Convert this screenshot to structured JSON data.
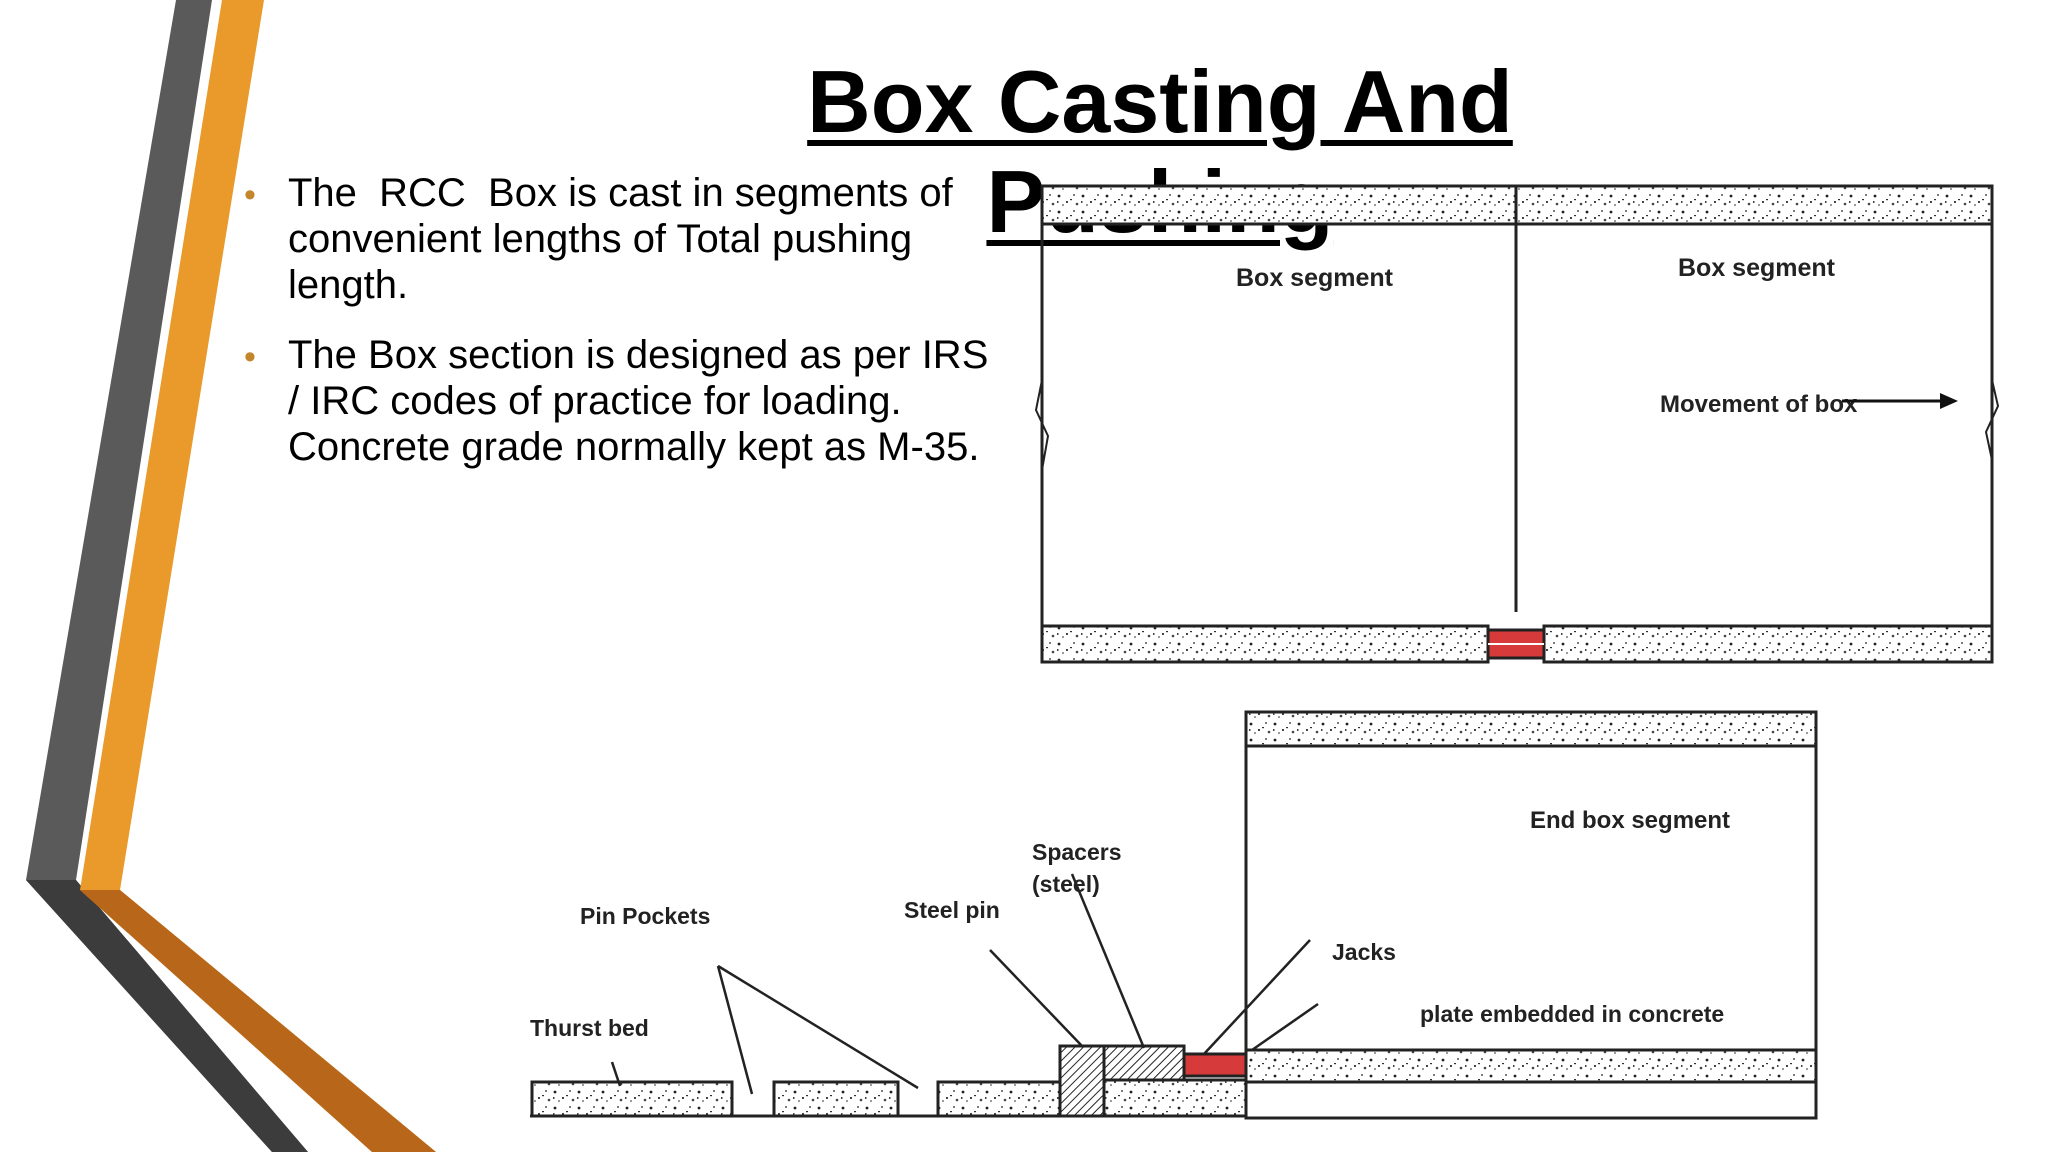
{
  "slide": {
    "title": "Box Casting And Pushing",
    "bullets": [
      "The  RCC  Box is cast in segments of convenient lengths of Total pushing length.",
      "The Box section is designed as per IRS / IRC codes of practice for loading. Concrete grade normally kept as M-35."
    ]
  },
  "diagram_top": {
    "box_segment_left": "Box segment",
    "box_segment_right": "Box segment",
    "movement_label": "Movement of box"
  },
  "diagram_bottom": {
    "end_box_segment": "End box segment",
    "spacers_line1": "Spacers",
    "spacers_line2": "(steel)",
    "steel_pin": "Steel pin",
    "pin_pockets": "Pin Pockets",
    "jacks": "Jacks",
    "thrust_bed": "Thurst bed",
    "plate_embedded": "plate embedded in concrete"
  },
  "colors": {
    "accent_orange": "#e99a2a",
    "dark_orange": "#b8671a",
    "stripe_grey": "#5a5a5a",
    "stripe_dark": "#3c3c3c",
    "jack_red": "#d63a3a"
  },
  "icons": {
    "bullet": "bullet-dot-icon",
    "arrow": "arrow-right-icon"
  }
}
